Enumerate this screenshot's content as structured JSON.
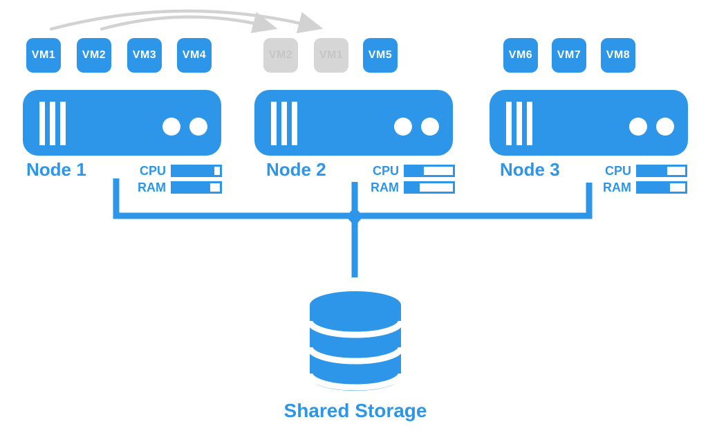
{
  "colors": {
    "accent_blue": "#2E96E8",
    "ghost_fill": "#D6D6D6",
    "ghost_text": "#C6C6C6",
    "arrow_gray": "#D2D2D2",
    "background": "#FFFFFF"
  },
  "icons": {
    "server": "rack-server-icon",
    "storage": "database-cylinder-icon",
    "migration": "curved-arrow-icon"
  },
  "nodes": [
    {
      "label": "Node 1",
      "vms": [
        {
          "label": "VM1",
          "state": "active"
        },
        {
          "label": "VM2",
          "state": "active"
        },
        {
          "label": "VM3",
          "state": "active"
        },
        {
          "label": "VM4",
          "state": "active"
        }
      ],
      "meters": {
        "cpu": {
          "label": "CPU",
          "percent": 88
        },
        "ram": {
          "label": "RAM",
          "percent": 80
        }
      }
    },
    {
      "label": "Node 2",
      "vms": [
        {
          "label": "VM2",
          "state": "incoming-ghost"
        },
        {
          "label": "VM1",
          "state": "incoming-ghost"
        },
        {
          "label": "VM5",
          "state": "active"
        }
      ],
      "meters": {
        "cpu": {
          "label": "CPU",
          "percent": 38
        },
        "ram": {
          "label": "RAM",
          "percent": 30
        }
      }
    },
    {
      "label": "Node 3",
      "vms": [
        {
          "label": "VM6",
          "state": "active"
        },
        {
          "label": "VM7",
          "state": "active"
        },
        {
          "label": "VM8",
          "state": "active"
        }
      ],
      "meters": {
        "cpu": {
          "label": "CPU",
          "percent": 62
        },
        "ram": {
          "label": "RAM",
          "percent": 68
        }
      }
    }
  ],
  "migrations": [
    {
      "vm": "VM1",
      "from": "Node 1",
      "to": "Node 2"
    },
    {
      "vm": "VM2",
      "from": "Node 1",
      "to": "Node 2"
    }
  ],
  "storage": {
    "label": "Shared Storage"
  }
}
